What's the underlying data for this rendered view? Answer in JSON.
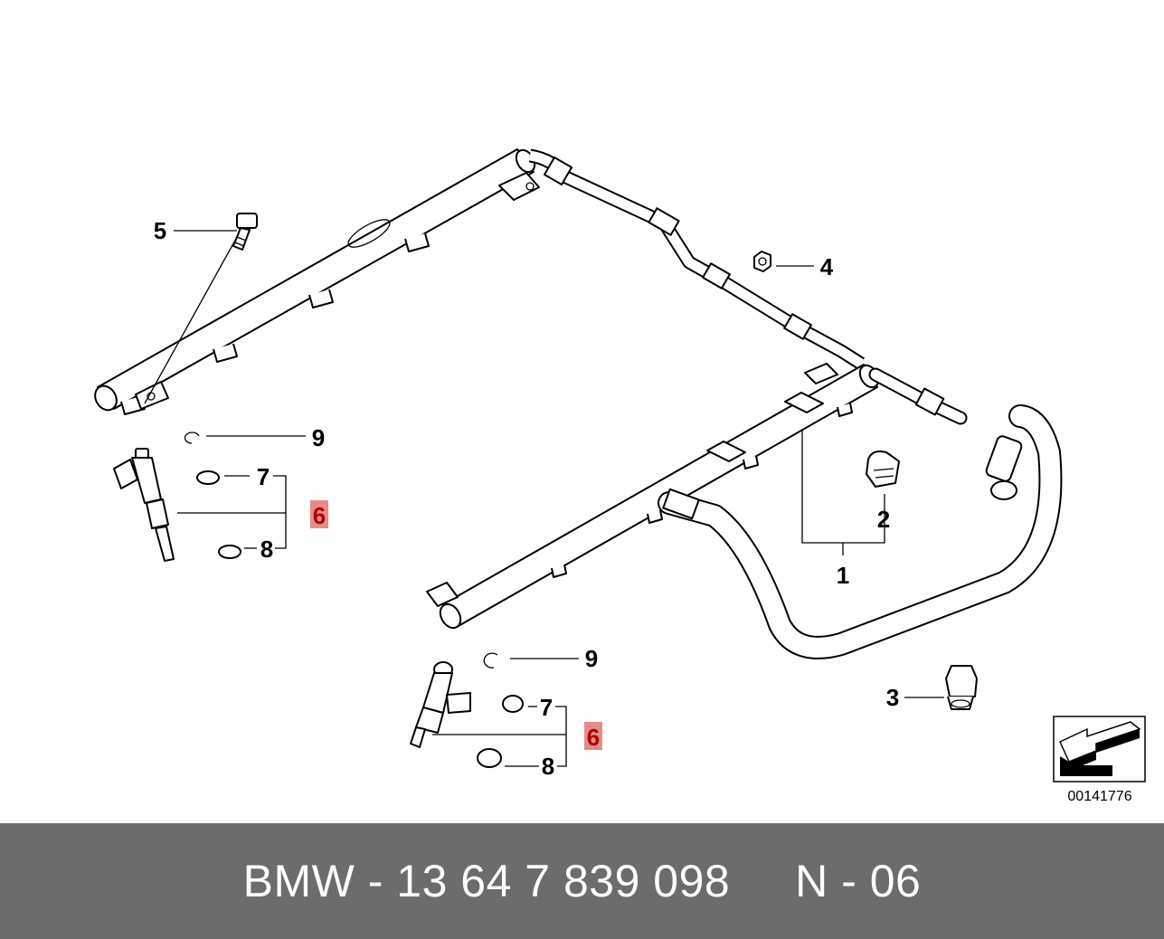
{
  "callouts": {
    "c1": "1",
    "c2": "2",
    "c3": "3",
    "c4": "4",
    "c5": "5",
    "c6a": "6",
    "c7a": "7",
    "c8a": "8",
    "c9a": "9",
    "c6b": "6",
    "c7b": "7",
    "c8b": "8",
    "c9b": "9"
  },
  "image_code": "00141776",
  "highlight_color": "#e88a8a",
  "footer": {
    "text": "BMW - 13 64 7 839 098     N - 06"
  }
}
